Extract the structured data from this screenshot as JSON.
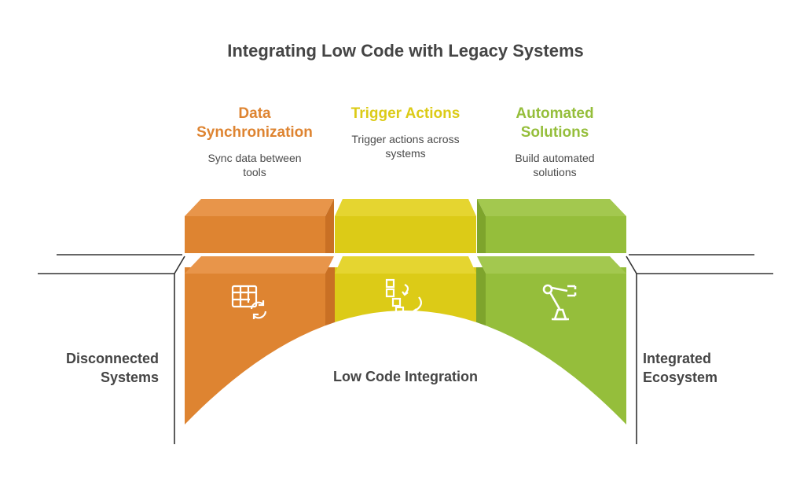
{
  "title": "Integrating Low Code with Legacy Systems",
  "left_label": {
    "line1": "Disconnected",
    "line2": "Systems"
  },
  "right_label": {
    "line1": "Integrated",
    "line2": "Ecosystem"
  },
  "center_label": "Low Code Integration",
  "columns": [
    {
      "heading_line1": "Data",
      "heading_line2": "Synchronization",
      "desc_line1": "Sync data between",
      "desc_line2": "tools",
      "color": "#de8431",
      "icon": "table-sync-icon"
    },
    {
      "heading_line1": "Trigger Actions",
      "heading_line2": "",
      "desc_line1": "Trigger actions across",
      "desc_line2": "systems",
      "color": "#dccb17",
      "icon": "workflow-icon"
    },
    {
      "heading_line1": "Automated",
      "heading_line2": "Solutions",
      "desc_line1": "Build automated",
      "desc_line2": "solutions",
      "color": "#95be3b",
      "icon": "robot-arm-icon"
    }
  ]
}
